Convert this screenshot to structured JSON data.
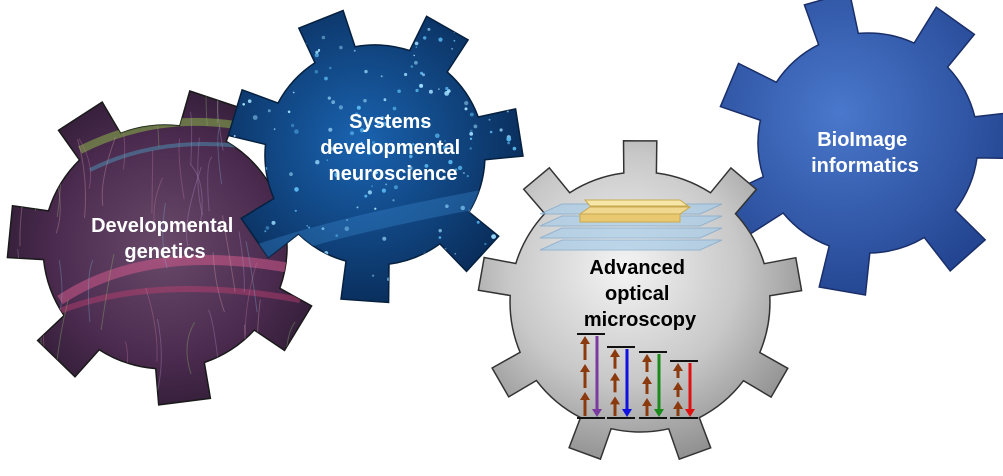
{
  "gears": [
    {
      "id": "developmental-genetics",
      "lines": [
        "Developmental",
        "genetics"
      ],
      "fill": "#3a2140",
      "text_color": "#ffffff"
    },
    {
      "id": "systems-developmental-neuroscience",
      "lines": [
        "Systems",
        "developmental",
        "neuroscience"
      ],
      "fill": "#0b3d7a",
      "text_color": "#ffffff"
    },
    {
      "id": "advanced-optical-microscopy",
      "lines": [
        "Advanced",
        "optical",
        "microscopy"
      ],
      "fill": "#c4c4c4",
      "text_color": "#000000"
    },
    {
      "id": "bioimage-informatics",
      "lines": [
        "BioImage",
        "informatics"
      ],
      "fill": "#2e55a6",
      "text_color": "#ffffff"
    }
  ],
  "colors": {
    "outline": "#1a1a1a",
    "arrow_up": "#8b3a0e",
    "arrow_purple": "#7a3aa0",
    "arrow_blue": "#1010e0",
    "arrow_green": "#1a8a1a",
    "arrow_red": "#e01010",
    "stack_plane": "#a8cce8",
    "stack_top": "#e8c870"
  },
  "icons": [
    "image-stack-icon",
    "energy-level-diagram-icon"
  ]
}
